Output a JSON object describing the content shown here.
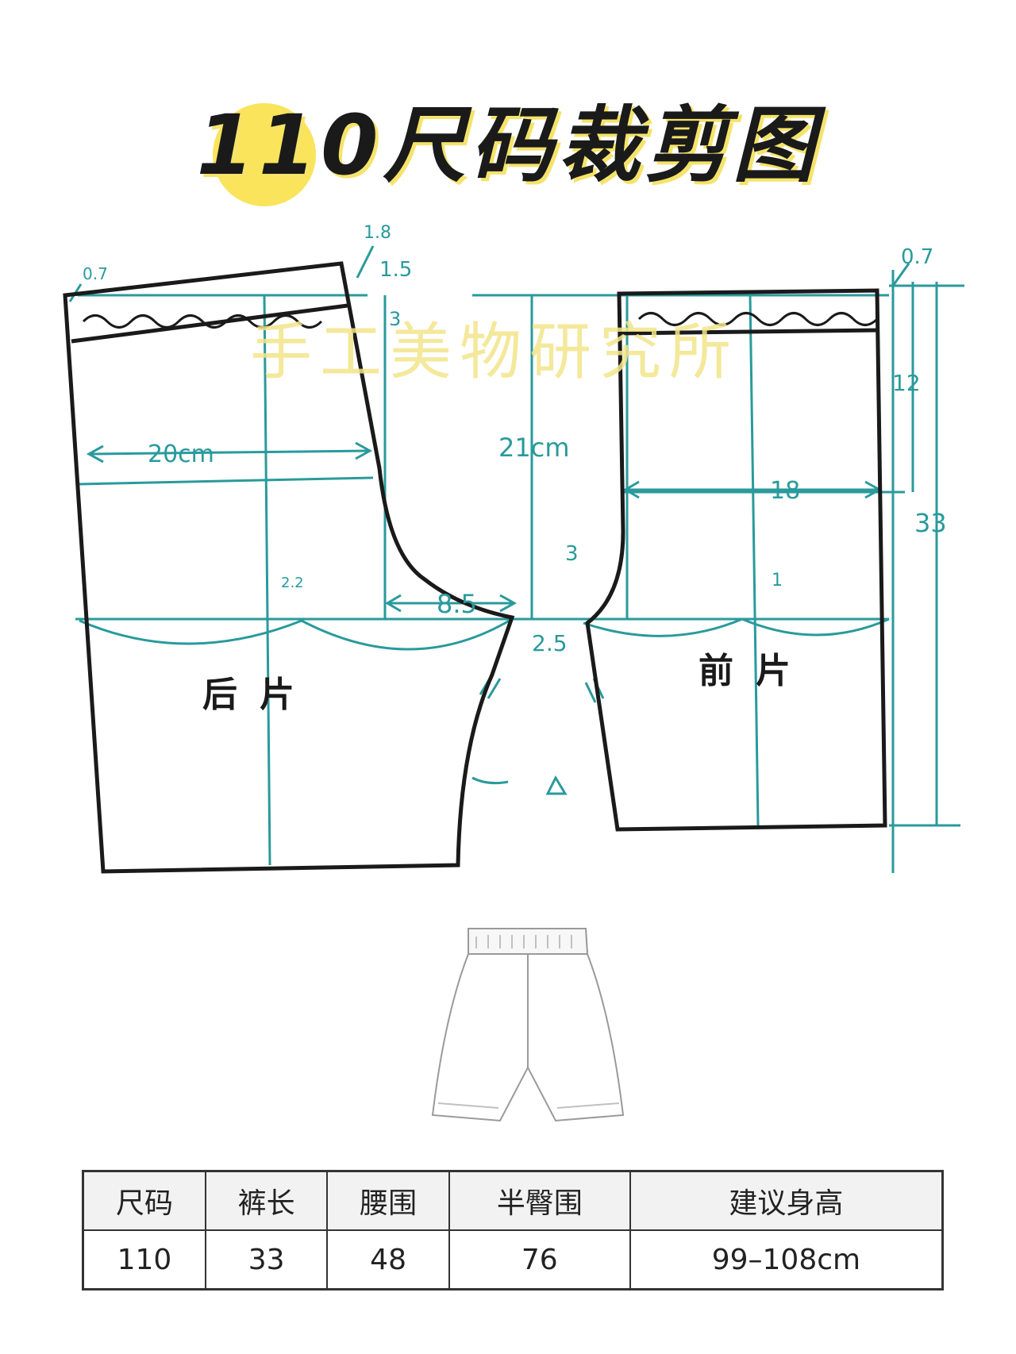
{
  "title": "110尺码裁剪图",
  "watermark": "手工美物研究所",
  "colors": {
    "guide": "#2a9a9c",
    "outline": "#1a1a1a",
    "title_accent": "#f9e45b",
    "watermark": "#f3e58a"
  },
  "pattern": {
    "back_piece_label": "后片",
    "front_piece_label": "前片",
    "dimensions": {
      "back_top_left": "0.7",
      "back_top_right_a": "1.8",
      "back_top_right_b": "1.5",
      "back_waist_band": "3",
      "back_width": "20cm",
      "back_curve_depth": "2.2",
      "crotch_extension": "8.5",
      "crotch_drop": "2.5",
      "rise_height": "21cm",
      "front_top_right": "0.7",
      "front_waist_height": "12",
      "front_width": "18",
      "total_length": "33",
      "front_crotch_curve": "3",
      "front_curve_depth": "1"
    }
  },
  "table": {
    "headers": [
      "尺码",
      "裤长",
      "腰围",
      "半臀围",
      "建议身高"
    ],
    "rows": [
      [
        "110",
        "33",
        "48",
        "76",
        "99–108cm"
      ]
    ]
  }
}
